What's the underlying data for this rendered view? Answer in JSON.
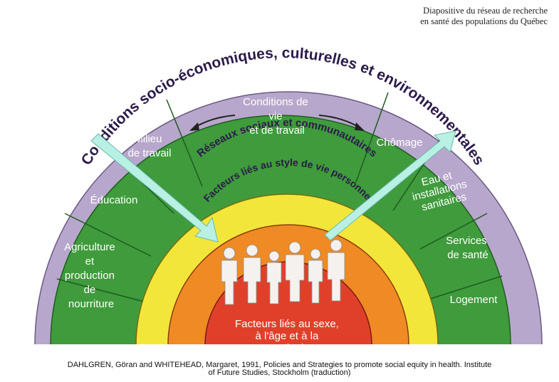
{
  "credit": {
    "line1": "Diapositive du réseau de recherche",
    "line2": "en santé  des populations du Québec"
  },
  "layers": {
    "outer": "Conditions socio-économiques, culturelles et environnementales",
    "social": "Réseaux sociaux et communautaires",
    "lifestyle": "Facteurs liés au style de vie personnel",
    "core": {
      "line1": "Facteurs liés au sexe,",
      "line2": "à l'âge et à la",
      "line3": "constitution"
    }
  },
  "sectors": {
    "agriculture": [
      "Agriculture",
      "et",
      "production",
      "de",
      "nourriture"
    ],
    "education": [
      "Éducation"
    ],
    "milieu_travail": [
      "Milieu",
      "de travail"
    ],
    "conditions_vie": [
      "Conditions de",
      "vie",
      "et de travail"
    ],
    "chomage": [
      "Chômage"
    ],
    "eau": [
      "Eau et",
      "installations",
      "sanitaires"
    ],
    "services_sante": [
      "Services",
      "de santé"
    ],
    "logement": [
      "Logement"
    ]
  },
  "citation": {
    "line1": "DAHLGREN, Göran and WHITEHEAD, Margaret, 1991, Policies and Strategies to promote social equity in health. Institute",
    "line2": "of Future Studies, Stockholm (traduction)"
  },
  "colors": {
    "outer_band": "#b8a7cc",
    "sector_green": "#3f9b3c",
    "social_band": "#f3e63a",
    "lifestyle_band": "#f08a24",
    "core": "#e0402a",
    "arrow": "#b9f0e4"
  }
}
